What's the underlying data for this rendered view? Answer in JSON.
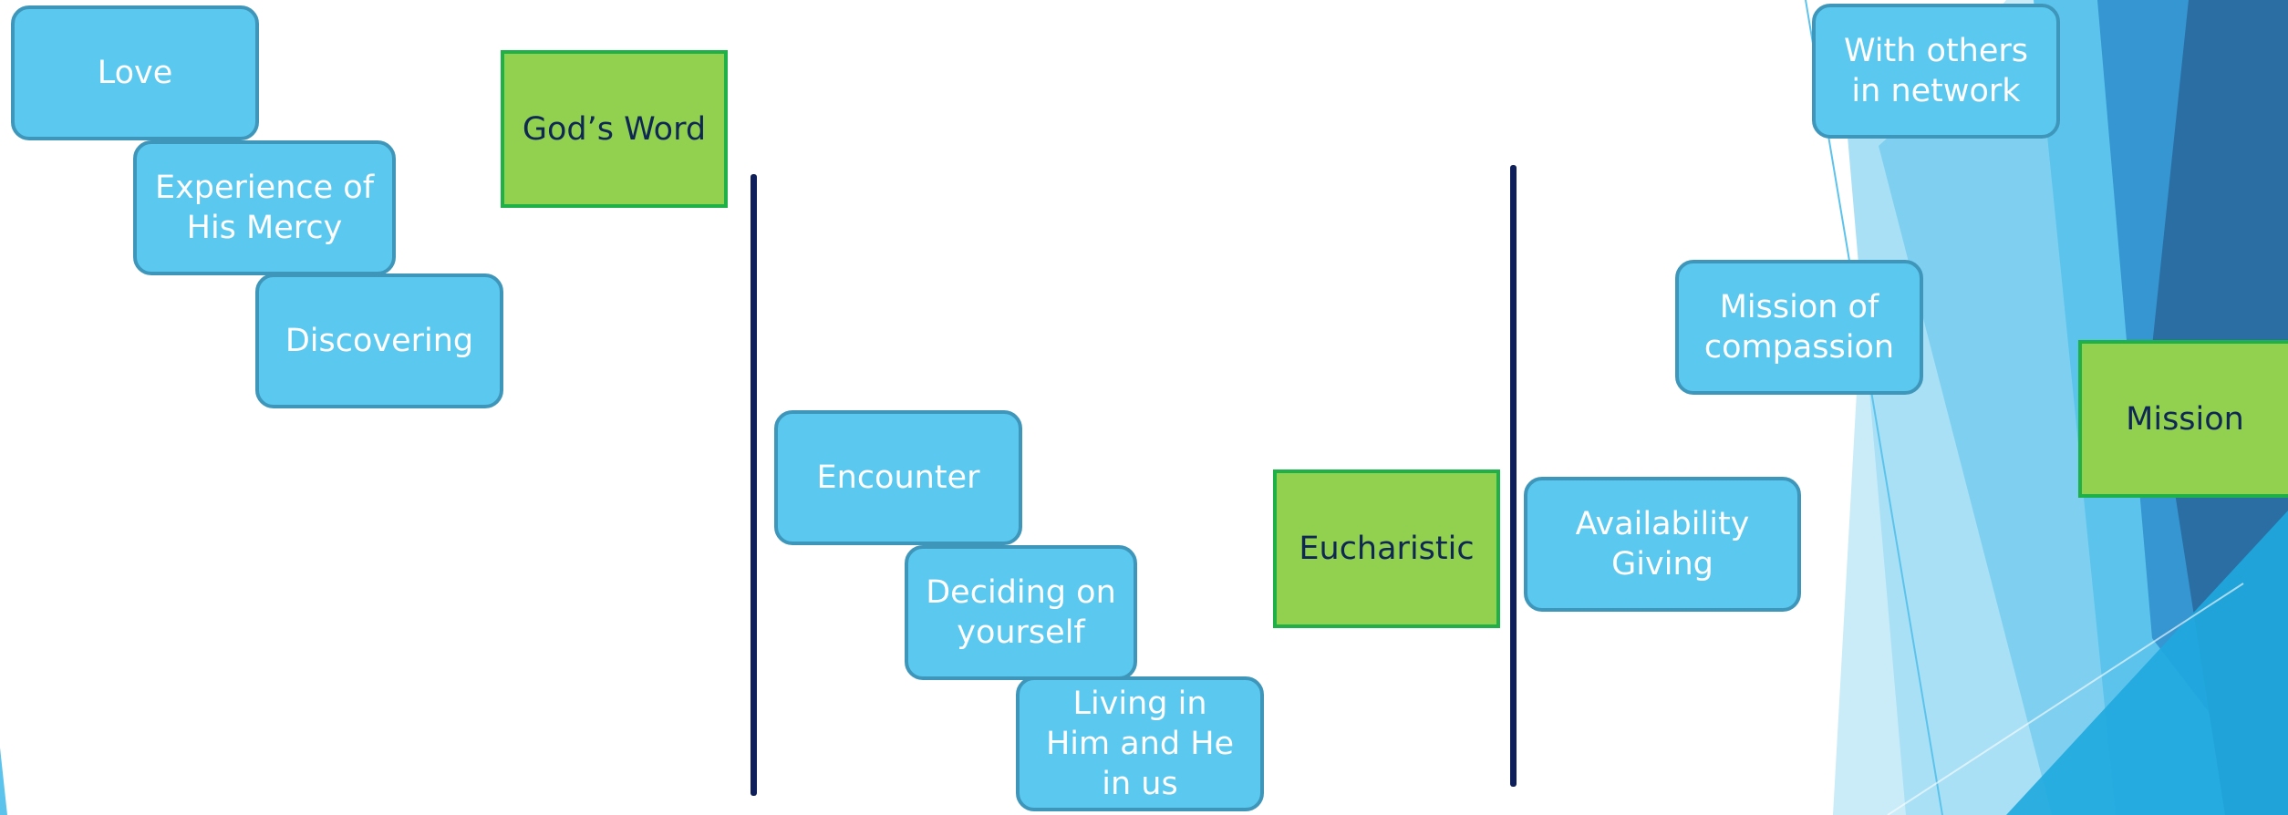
{
  "colors": {
    "concept_fill": "#5bc8ef",
    "concept_border": "#3e97bb",
    "stage_fill": "#92d050",
    "stage_border": "#1fb048",
    "stage_text": "#0e2753",
    "divider": "#0e1f5b"
  },
  "stages": {
    "gods_word": "God’s Word",
    "eucharistic": "Eucharistic",
    "mission": "Mission"
  },
  "concepts": {
    "love": "Love",
    "experience": "Experience of\nHis Mercy",
    "discovering": "Discovering",
    "encounter": "Encounter",
    "deciding": "Deciding on\nyourself",
    "living": "Living in\nHim and He\nin us",
    "availability": "Availability\nGiving",
    "compassion": "Mission of\ncompassion",
    "network": "With others\nin network"
  }
}
